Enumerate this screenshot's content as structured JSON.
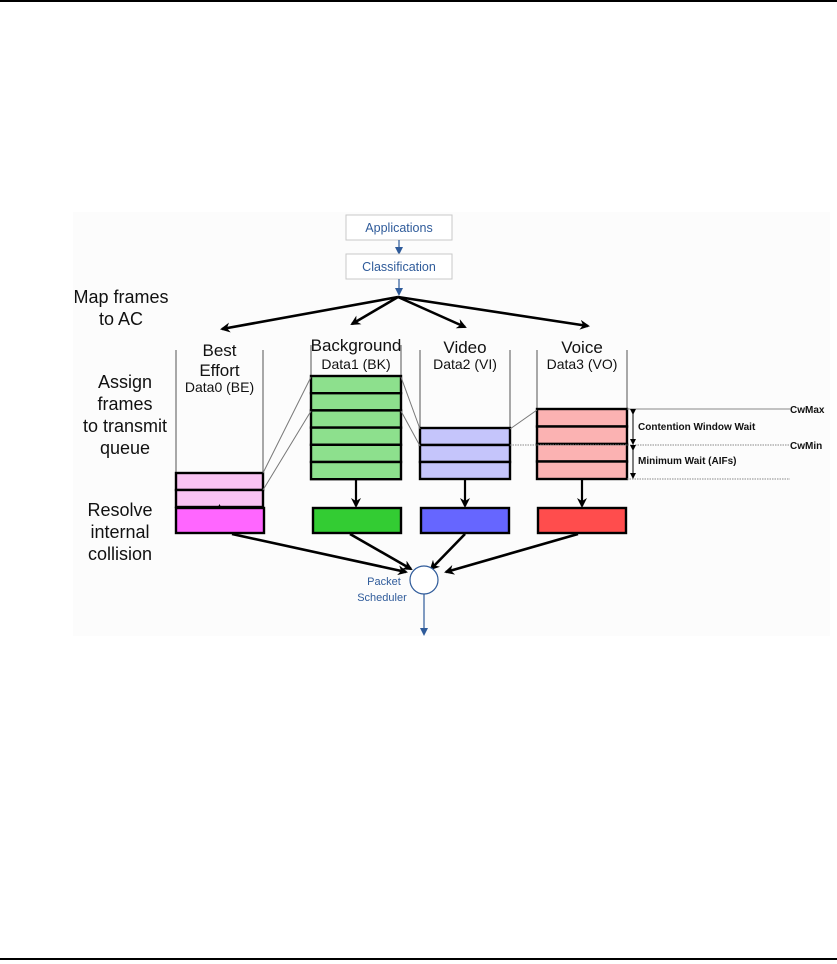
{
  "page": {
    "top_rule": true,
    "bottom_rule": true
  },
  "diagram": {
    "title": "",
    "flow": {
      "applications": "Applications",
      "classification": "Classification",
      "scheduler_line1": "Packet",
      "scheduler_line2": "Scheduler"
    },
    "steps": {
      "map_line1": "Map frames",
      "map_line2": "to AC",
      "assign_line1": "Assign",
      "assign_line2": "frames",
      "assign_line3": "to transmit",
      "assign_line4": "queue",
      "resolve_line1": "Resolve",
      "resolve_line2": "internal",
      "resolve_line3": "collision"
    },
    "access_categories": [
      {
        "name_line1": "Best",
        "name_line2": "Effort",
        "queue": "Data0 (BE)",
        "slots": 2,
        "queue_color": "#f9c3f3",
        "resolve_color": "#ff66ff"
      },
      {
        "name_line1": "Background",
        "name_line2": "",
        "queue": "Data1 (BK)",
        "slots": 6,
        "queue_color": "#8de08d",
        "resolve_color": "#33cc33"
      },
      {
        "name_line1": "Video",
        "name_line2": "",
        "queue": "Data2 (VI)",
        "slots": 3,
        "queue_color": "#c5c5fb",
        "resolve_color": "#6666ff"
      },
      {
        "name_line1": "Voice",
        "name_line2": "",
        "queue": "Data3 (VO)",
        "slots": 4,
        "queue_color": "#fbb2b2",
        "resolve_color": "#ff4d4d"
      }
    ],
    "annotations": {
      "cwmax": "CwMax",
      "cwmin": "CwMin",
      "contention": "Contention Window Wait",
      "minimum": "Minimum Wait (AIFs)"
    },
    "colors": {
      "flow_blue": "#2f5b9a",
      "box_border": "#c8c8c8"
    }
  }
}
